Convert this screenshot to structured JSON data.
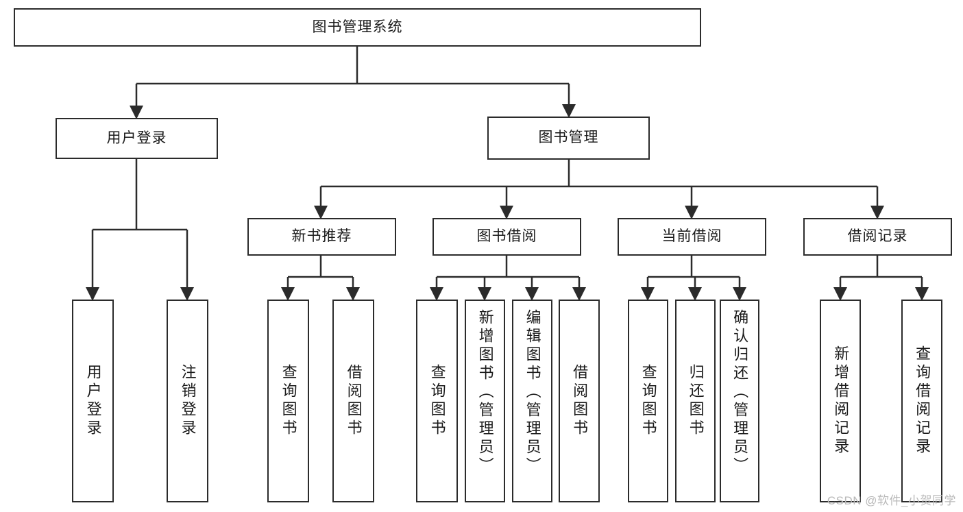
{
  "diagram": {
    "title": "图书管理系统",
    "root": {
      "label": "图书管理系统"
    },
    "level2": [
      {
        "label": "用户登录"
      },
      {
        "label": "图书管理"
      }
    ],
    "level3": [
      {
        "label": "新书推荐"
      },
      {
        "label": "图书借阅"
      },
      {
        "label": "当前借阅"
      },
      {
        "label": "借阅记录"
      }
    ],
    "leaves": {
      "user_login": [
        {
          "label": "用户登录"
        },
        {
          "label": "注销登录"
        }
      ],
      "new_book": [
        {
          "label": "查询图书"
        },
        {
          "label": "借阅图书"
        }
      ],
      "book_borrow": [
        {
          "label": "查询图书"
        },
        {
          "label": "新增图书（管理员）"
        },
        {
          "label": "编辑图书（管理员）"
        },
        {
          "label": "借阅图书"
        }
      ],
      "current_borrow": [
        {
          "label": "查询图书"
        },
        {
          "label": "归还图书"
        },
        {
          "label": "确认归还（管理员）"
        }
      ],
      "borrow_record": [
        {
          "label": "新增借阅记录"
        },
        {
          "label": "查询借阅记录"
        }
      ]
    }
  },
  "watermark": {
    "text": "CSDN @软件_小贺同学"
  },
  "colors": {
    "stroke": "#2b2b2b",
    "background": "#ffffff",
    "text": "#1a1a1a",
    "watermark": "#b9b9b9"
  }
}
